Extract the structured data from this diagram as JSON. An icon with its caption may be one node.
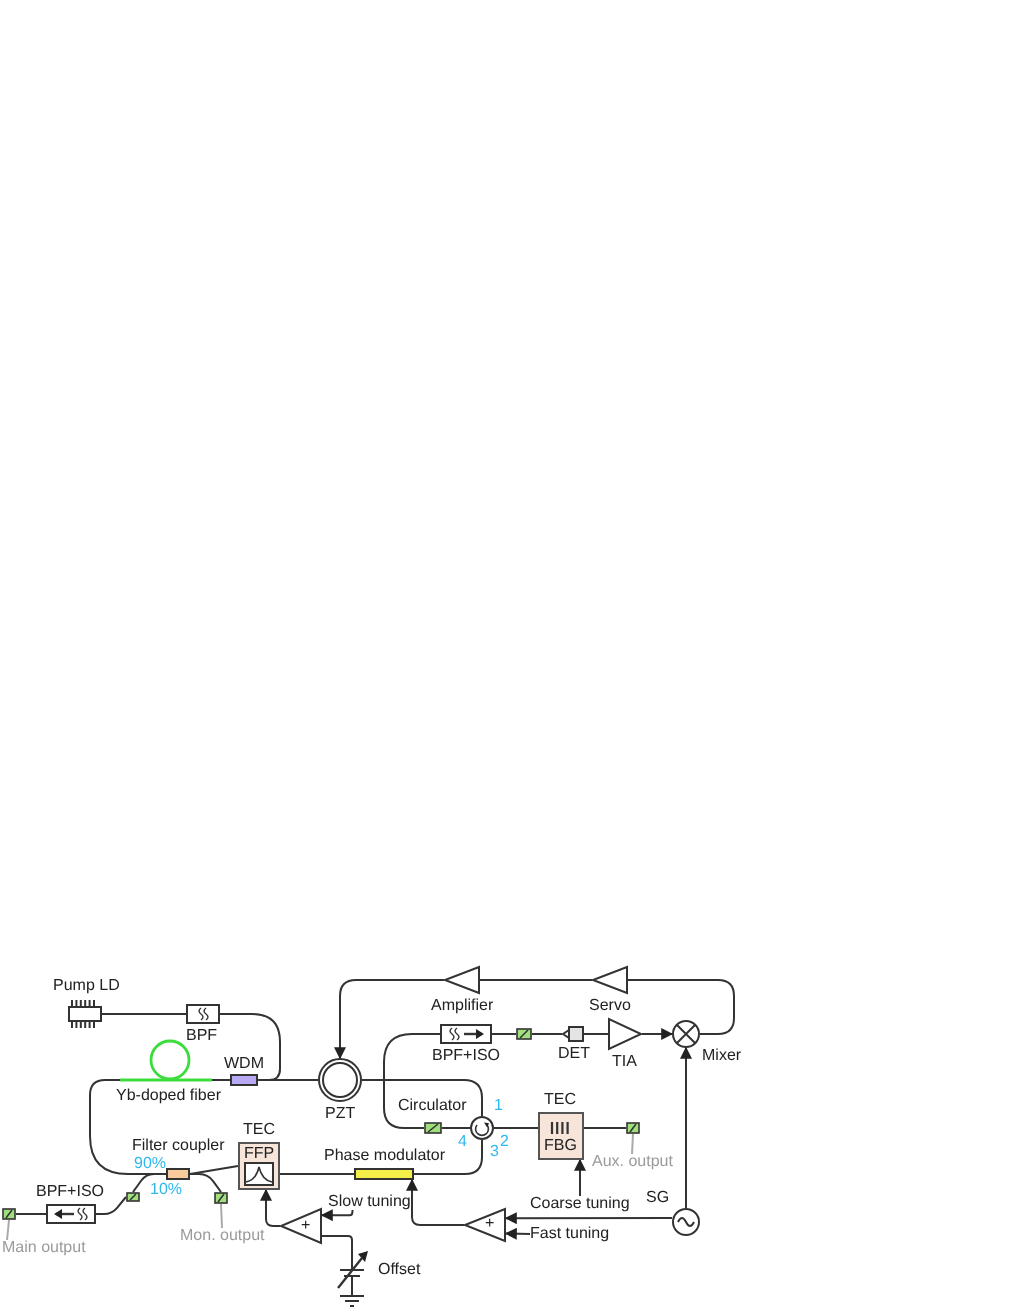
{
  "diagram": {
    "nodes": [
      {
        "text": [
          "Pump LD"
        ]
      },
      {
        "text": [
          "BPF"
        ]
      },
      {
        "text": [
          "Amplifier"
        ]
      },
      {
        "text": [
          "Servo"
        ]
      },
      {
        "text": [
          "WDM"
        ]
      },
      {
        "text": [
          "Yb-doped fiber"
        ]
      },
      {
        "text": [
          "PZT"
        ]
      },
      {
        "text": [
          "BPF+ISO"
        ]
      },
      {
        "text": [],
        "shape": "box"
      },
      {
        "text": [
          "DET"
        ]
      },
      {
        "text": [
          "TIA"
        ]
      },
      {
        "text": [
          "Mixer"
        ]
      },
      {
        "text": [
          "Circulator"
        ],
        "beside": [
          "1",
          "4",
          "2",
          "3"
        ]
      },
      {
        "text": [],
        "shape": "box"
      },
      {
        "text": [
          "TEC",
          "FBG"
        ]
      },
      {
        "text": [],
        "shape": "box"
      },
      {
        "text": [
          "Aux. output"
        ]
      },
      {
        "text": [
          "Coarse tuning"
        ]
      },
      {
        "text": [
          "SG"
        ]
      },
      {
        "text": [
          "Filter coupler"
        ],
        "beside": [
          "90%",
          "10%"
        ]
      },
      {
        "text": [
          "TEC",
          "FFP"
        ]
      },
      {
        "text": [
          "Phase modulator"
        ]
      },
      {
        "text": [
          "Slow tuning"
        ]
      },
      {
        "text": [
          "+"
        ]
      },
      {
        "text": [
          "Offset"
        ]
      },
      {
        "text": [
          "+"
        ]
      },
      {
        "text": [
          "Fast tuning"
        ]
      },
      {
        "text": [
          "BPF+ISO"
        ]
      },
      {
        "text": [],
        "shape": "box"
      },
      {
        "text": [],
        "shape": "box"
      },
      {
        "text": [
          "Mon. output"
        ]
      },
      {
        "text": [],
        "shape": "box"
      },
      {
        "text": [
          "Main output"
        ]
      }
    ],
    "edges": [
      {
        "from": 0,
        "to": 1,
        "arrow": "none"
      },
      {
        "from": 1,
        "to": 4,
        "arrow": "none"
      },
      {
        "from": 4,
        "to": 5,
        "arrow": "none"
      },
      {
        "from": 4,
        "to": 6,
        "arrow": "none"
      },
      {
        "from": 6,
        "to": 12,
        "arrow": "none"
      },
      {
        "from": 12,
        "to": 13,
        "arrow": "none"
      },
      {
        "from": 13,
        "to": 7,
        "arrow": "none"
      },
      {
        "from": 7,
        "to": 8,
        "arrow": "none"
      },
      {
        "from": 8,
        "to": 9,
        "arrow": "none"
      },
      {
        "from": 9,
        "to": 10,
        "arrow": "none"
      },
      {
        "from": 10,
        "to": 11,
        "arrow": "to"
      },
      {
        "from": 11,
        "to": 3,
        "arrow": "none"
      },
      {
        "from": 3,
        "to": 2,
        "arrow": "none"
      },
      {
        "from": 2,
        "to": 6,
        "arrow": "to"
      },
      {
        "from": 12,
        "to": 14,
        "arrow": "none"
      },
      {
        "from": 14,
        "to": 15,
        "arrow": "none"
      },
      {
        "from": 16,
        "to": 15,
        "arrow": "none",
        "color": "#aaaaaa"
      },
      {
        "from": 17,
        "to": 14,
        "arrow": "to"
      },
      {
        "from": 18,
        "to": 11,
        "arrow": "to"
      },
      {
        "from": 18,
        "to": 25,
        "arrow": "to"
      },
      {
        "from": 26,
        "to": 25,
        "arrow": "to"
      },
      {
        "from": 25,
        "to": 21,
        "arrow": "to"
      },
      {
        "from": 12,
        "to": 21,
        "arrow": "none"
      },
      {
        "from": 21,
        "to": 20,
        "arrow": "none"
      },
      {
        "from": 20,
        "to": 19,
        "arrow": "none"
      },
      {
        "from": 19,
        "to": 5,
        "arrow": "none"
      },
      {
        "from": 19,
        "to": 28,
        "arrow": "none"
      },
      {
        "from": 28,
        "to": 27,
        "arrow": "none"
      },
      {
        "from": 27,
        "to": 31,
        "arrow": "none"
      },
      {
        "from": 32,
        "to": 31,
        "arrow": "none",
        "color": "#aaaaaa"
      },
      {
        "from": 19,
        "to": 29,
        "arrow": "none"
      },
      {
        "from": 30,
        "to": 29,
        "arrow": "none",
        "color": "#aaaaaa"
      },
      {
        "from": 22,
        "to": 23,
        "arrow": "to"
      },
      {
        "from": 24,
        "to": 23,
        "arrow": "none"
      },
      {
        "from": 23,
        "to": 20,
        "arrow": "to"
      }
    ]
  }
}
